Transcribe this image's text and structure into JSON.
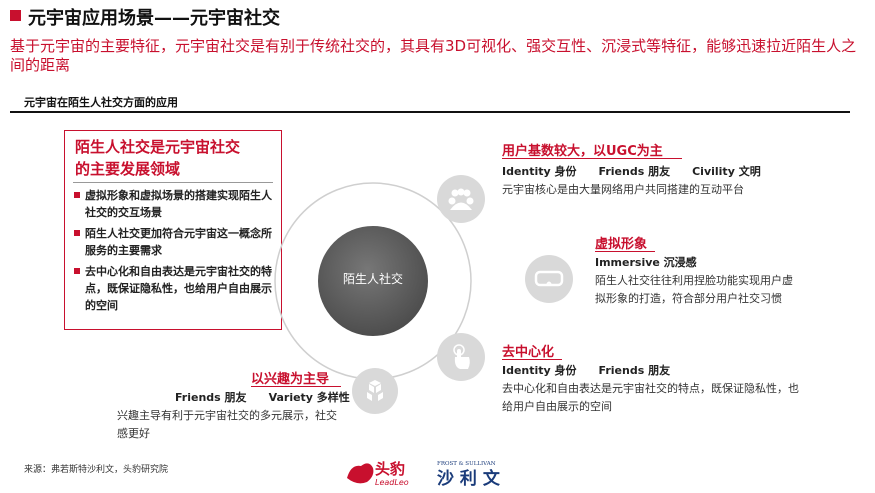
{
  "header": {
    "title": "元宇宙应用场景——元宇宙社交",
    "subtitle": "基于元宇宙的主要特征，元宇宙社交是有别于传统社交的，其具有3D可视化、强交互性、沉浸式等特征，能够迅速拉近陌生人之间的距离"
  },
  "section": {
    "label": "元宇宙在陌生人社交方面的应用"
  },
  "left_panel": {
    "heading_line1": "陌生人社交是元宇宙社交",
    "heading_line2": "的主要发展领域",
    "bullets": [
      "虚拟形象和虚拟场景的搭建实现陌生人社交的交互场景",
      "陌生人社交更加符合元宇宙这一概念所服务的主要需求",
      "去中心化和自由表达是元宇宙社交的特点，既保证隐私性，也给用户自由展示的空间"
    ]
  },
  "center": {
    "label": "陌生人社交"
  },
  "features": [
    {
      "title": "用户基数较大，以UGC为主",
      "tags": [
        "Identity 身份",
        "Friends 朋友",
        "Civility 文明"
      ],
      "desc": "元宇宙核心是由大量网络用户共同搭建的互动平台",
      "icon": "people-group-icon"
    },
    {
      "title": "虚拟形象",
      "tags": [
        "Immersive 沉浸感"
      ],
      "desc": "陌生人社交往往利用捏脸功能实现用户虚拟形象的打造，符合部分用户社交习惯",
      "icon": "vr-goggles-icon"
    },
    {
      "title": "去中心化",
      "tags": [
        "Identity 身份",
        "Friends 朋友"
      ],
      "desc": "去中心化和自由表达是元宇宙社交的特点，既保证隐私性，也给用户自由展示的空间",
      "icon": "touch-hand-icon"
    },
    {
      "title": "以兴趣为主导",
      "tags": [
        "Friends 朋友",
        "Variety 多样性"
      ],
      "desc": "兴趣主导有利于元宇宙社交的多元展示，社交感更好",
      "icon": "cubes-icon"
    }
  ],
  "footer": {
    "source": "来源：弗若斯特沙利文，头豹研究院",
    "logo_leadleo_cn": "头豹",
    "logo_leadleo_en": "LeadLeo",
    "logo_fs_en": "FROST & SULLIVAN",
    "logo_fs_cn": "沙 利 文"
  },
  "colors": {
    "accent": "#c8102e",
    "center_circle": "#555555",
    "icon_bg": "#d9d9d9"
  }
}
